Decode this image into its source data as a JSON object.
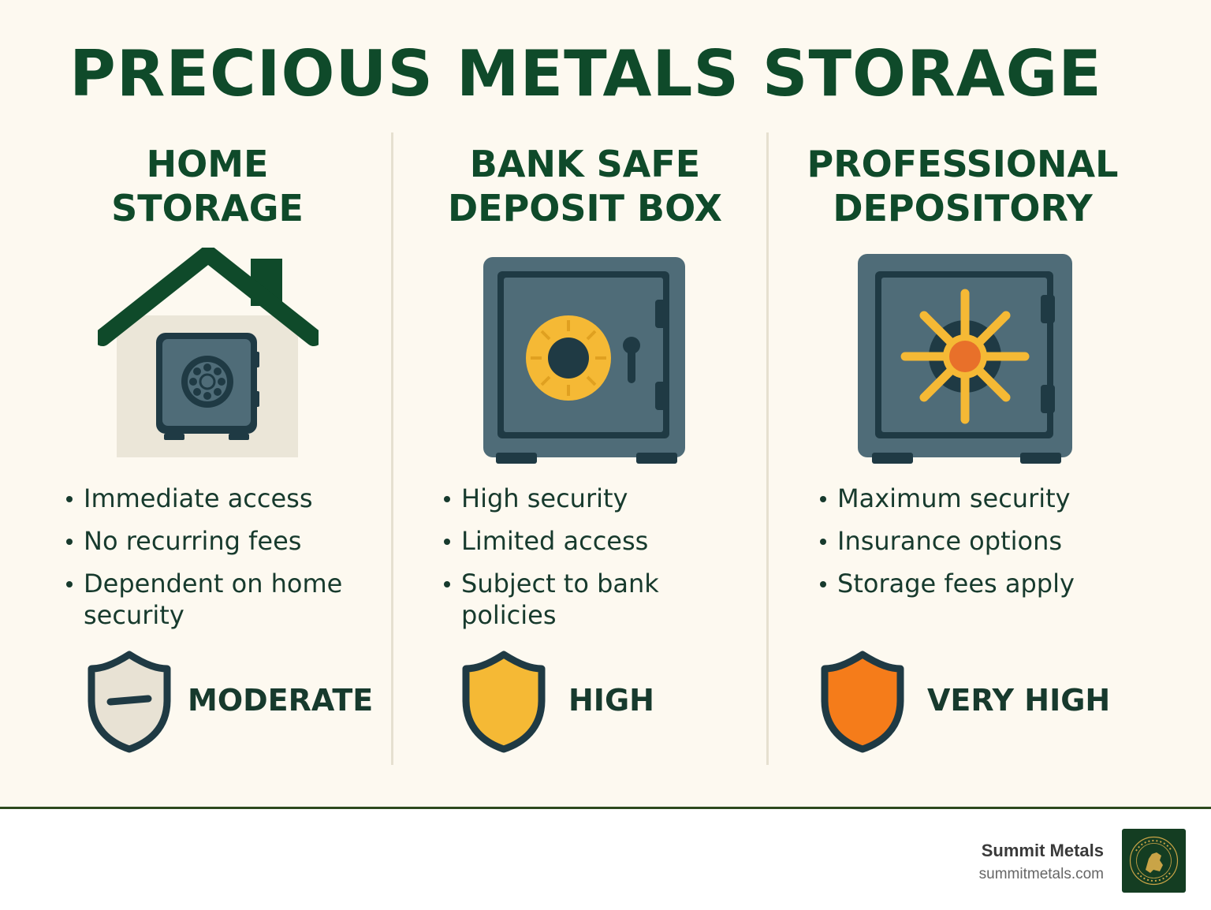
{
  "title": "PRECIOUS METALS STORAGE",
  "columns": [
    {
      "title_lines": [
        "HOME",
        "STORAGE"
      ],
      "icon": "house-safe-icon",
      "bullets": [
        "Immediate access",
        "No recurring fees",
        "Dependent on home security"
      ],
      "rating": "MODERATE",
      "rating_icon": "shield-minus-icon",
      "rating_color": "#e8e2d4"
    },
    {
      "title_lines": [
        "BANK SAFE",
        "DEPOSIT BOX"
      ],
      "icon": "safe-icon",
      "bullets": [
        "High security",
        "Limited access",
        "Subject to bank policies"
      ],
      "rating": "HIGH",
      "rating_icon": "shield-icon",
      "rating_color": "#f5b935"
    },
    {
      "title_lines": [
        "PROFESSIONAL",
        "DEPOSITORY"
      ],
      "icon": "vault-icon",
      "bullets": [
        "Maximum security",
        "Insurance options",
        "Storage fees apply"
      ],
      "rating": "VERY HIGH",
      "rating_icon": "shield-icon",
      "rating_color": "#f57c1a"
    }
  ],
  "footer": {
    "brand": "Summit Metals",
    "url": "summitmetals.com",
    "logo_text": "SUMMIT METALS"
  },
  "colors": {
    "background": "#fdf9f0",
    "primary": "#0f4a2a",
    "safe_body": "#4f6c78",
    "safe_dark": "#1f3a44",
    "accent_yellow": "#f5b935",
    "accent_orange": "#f57c1a"
  }
}
